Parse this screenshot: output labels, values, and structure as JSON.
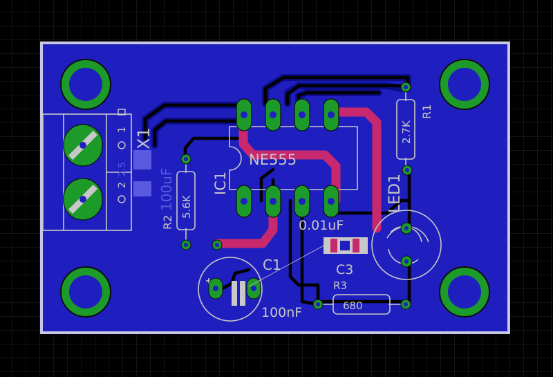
{
  "colors": {
    "background": "#000000",
    "grid": "#262626",
    "board": "#1f1fc0",
    "board_outline": "#c8c8e6",
    "copper_bottom": "#0d0d8c",
    "trace_bottom": "#000000",
    "trace_top": "#c8286e",
    "pad": "#1c9a2a",
    "silk": "#c8c8c8",
    "hidden_silk": "#5a5ae0"
  },
  "components": {
    "ic1": {
      "name": "IC1",
      "value": "NE555"
    },
    "x1": {
      "name": "X1",
      "pin1": "1",
      "pin2": "2",
      "pitch": "2.5"
    },
    "r1": {
      "name": "R1",
      "value": "2.7K"
    },
    "r2": {
      "name": "R2",
      "value": "5.6K"
    },
    "r3": {
      "name": "R3",
      "value": "680"
    },
    "c1": {
      "name": "C1",
      "value": "100nF"
    },
    "c2": {
      "value": "100uF"
    },
    "c3": {
      "name": "C3",
      "value": "0.01uF"
    },
    "led1": {
      "name": "LED1"
    }
  }
}
